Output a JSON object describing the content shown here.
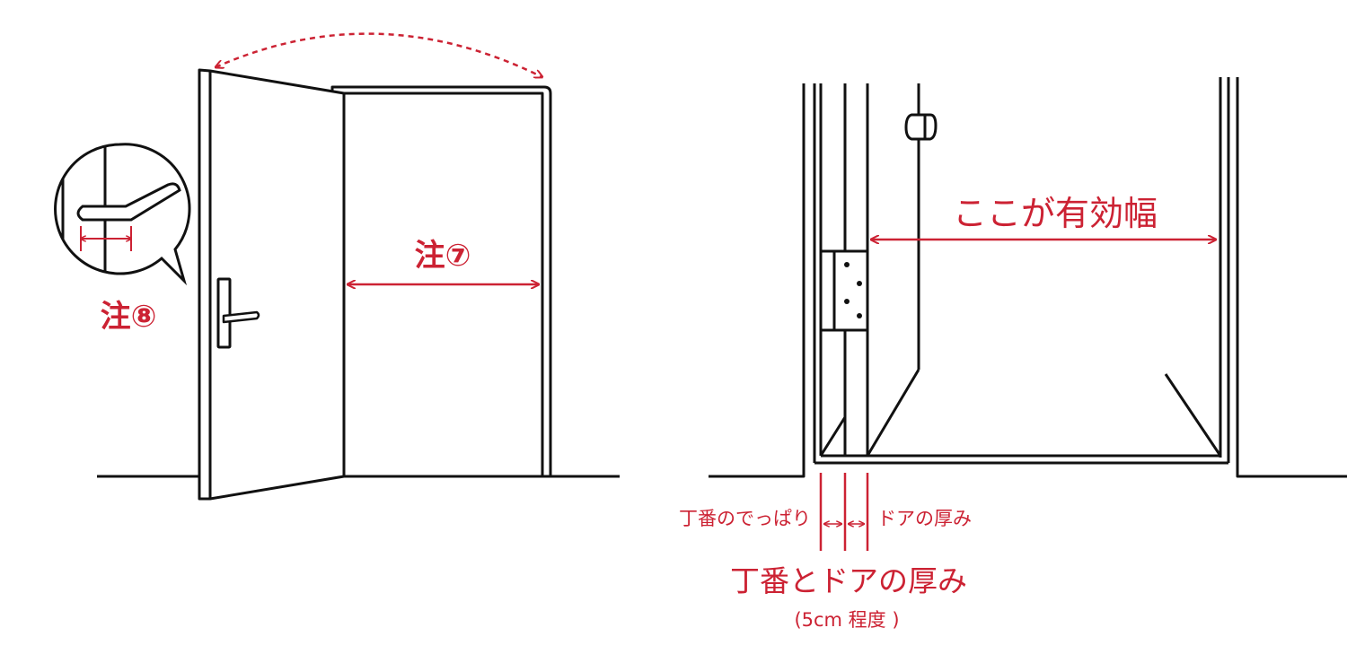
{
  "colors": {
    "line": "#111111",
    "accent": "#cc2233"
  },
  "left_diagram": {
    "label_note7": "注⑦",
    "label_note8": "注⑧"
  },
  "right_diagram": {
    "label_effective_width": "ここが有効幅",
    "label_hinge_protrusion": "丁番のでっぱり",
    "label_door_thickness": "ドアの厚み",
    "label_hinge_and_door": "丁番とドアの厚み",
    "label_approx": "(5cm 程度 )"
  }
}
